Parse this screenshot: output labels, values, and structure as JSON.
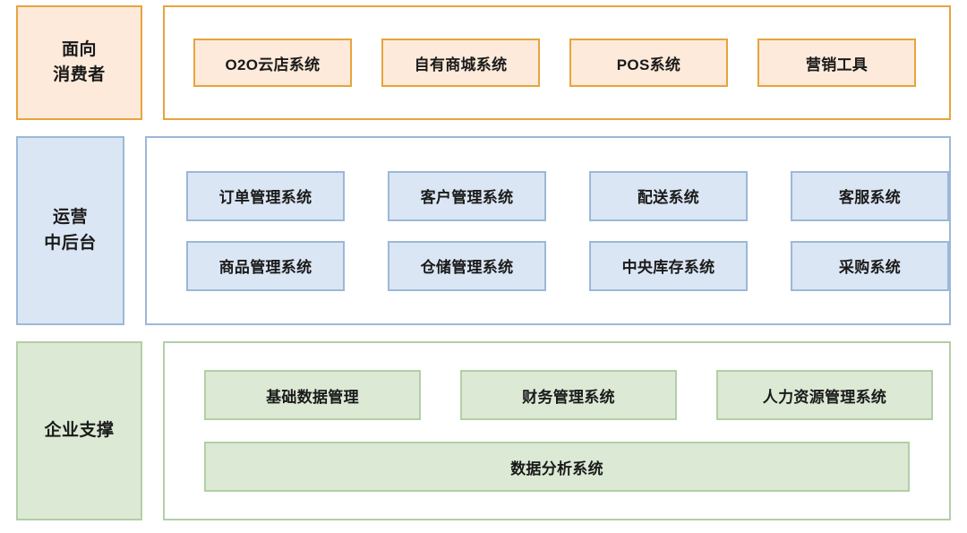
{
  "diagram": {
    "layers": [
      {
        "id": "consumer",
        "label_line1": "面向",
        "label_line2": "消费者",
        "accent": "#e8a33d",
        "fill": "#fdeada",
        "groups": [
          {
            "items": [
              "O2O云店系统",
              "自有商城系统",
              "POS系统",
              "营销工具"
            ]
          }
        ]
      },
      {
        "id": "operations",
        "label_line1": "运营",
        "label_line2": "中后台",
        "accent": "#9cb8d8",
        "fill": "#dbe6f4",
        "groups": [
          {
            "items": [
              "订单管理系统",
              "客户管理系统",
              "配送系统",
              "客服系统"
            ]
          },
          {
            "items": [
              "商品管理系统",
              "仓储管理系统",
              "中央库存系统",
              "采购系统"
            ]
          }
        ]
      },
      {
        "id": "enterprise",
        "label_line1": "企业支撑",
        "label_line2": "",
        "accent": "#b2cfa6",
        "fill": "#dce9d5",
        "groups": [
          {
            "items": [
              "基础数据管理",
              "财务管理系统",
              "人力资源管理系统"
            ]
          },
          {
            "items": [
              "数据分析系统"
            ]
          }
        ]
      }
    ]
  }
}
